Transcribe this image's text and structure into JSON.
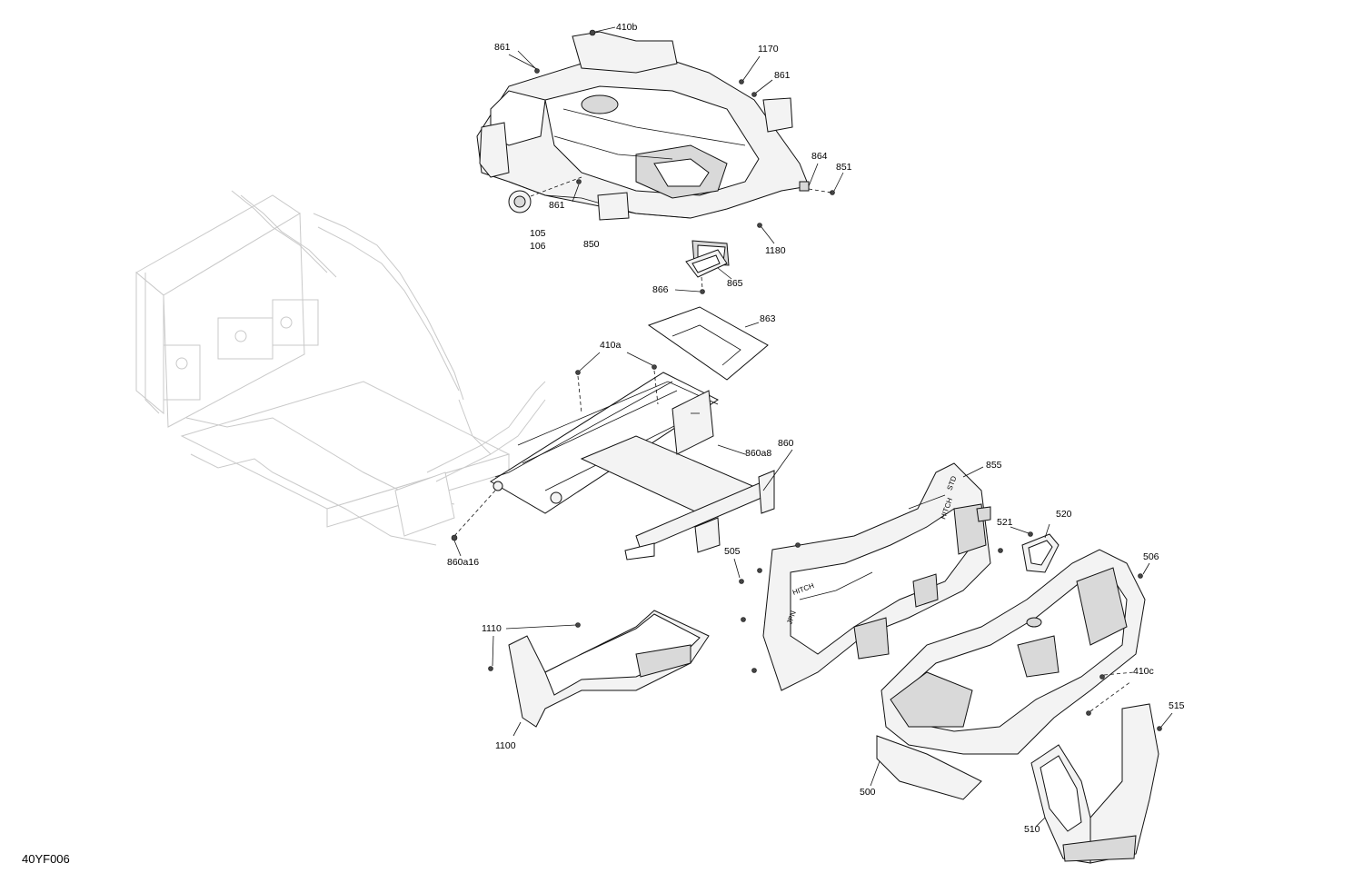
{
  "figure_code": "40YF006",
  "callouts": {
    "c410b": "410b",
    "c861_a": "861",
    "c1170": "1170",
    "c861_b": "861",
    "c864": "864",
    "c851": "851",
    "c861_c": "861",
    "c105": "105",
    "c106": "106",
    "c850": "850",
    "c1180": "1180",
    "c865": "865",
    "c866": "866",
    "c863": "863",
    "c410a": "410a",
    "c860a8": "860a8",
    "c860": "860",
    "c860a16": "860a16",
    "c855": "855",
    "c521": "521",
    "c520": "520",
    "c505": "505",
    "c506": "506",
    "c1110": "1110",
    "c410c": "410c",
    "c515": "515",
    "c1100": "1100",
    "c500": "500",
    "c510": "510"
  },
  "part_markings": {
    "hitch_1": "HITCH",
    "hitch_2": "HITCH",
    "std": "STD",
    "jpn": "JPN"
  }
}
